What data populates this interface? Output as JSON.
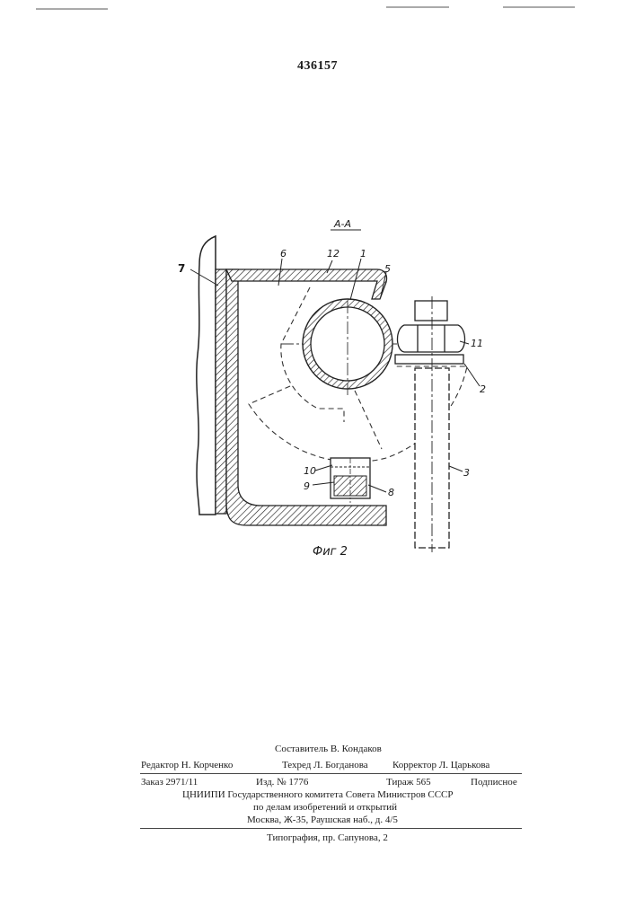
{
  "patent_number": "436157",
  "figure": {
    "section_label": "А-А",
    "caption": "Фиг 2",
    "callouts": [
      "7",
      "6",
      "12",
      "1",
      "5",
      "11",
      "2",
      "3",
      "10",
      "9",
      "8"
    ]
  },
  "imprint": {
    "compiler": "Составитель В. Кондаков",
    "editor": "Редактор Н. Корченко",
    "techeditor": "Техред Л. Богданова",
    "corrector": "Корректор Л. Царькова",
    "order": "Заказ 2971/11",
    "edition": "Изд. № 1776",
    "circulation": "Тираж 565",
    "subscription": "Подписное",
    "org_line1": "ЦНИИПИ Государственного комитета Совета Министров СССР",
    "org_line2": "по делам изобретений и открытий",
    "address": "Москва, Ж-35, Раушская наб., д. 4/5",
    "printer": "Типография, пр. Сапунова, 2"
  }
}
